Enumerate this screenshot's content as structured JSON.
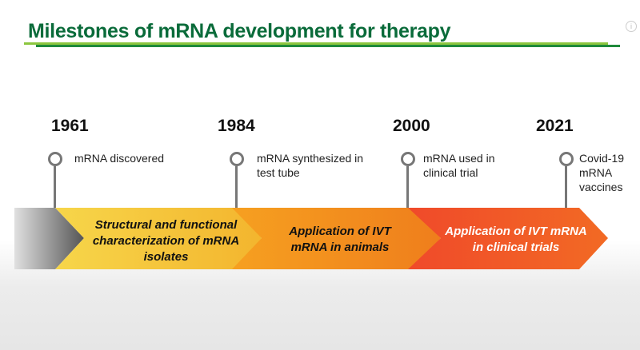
{
  "title": "Milestones of mRNA development for therapy",
  "info_icon": "i",
  "milestones": [
    {
      "year": "1961",
      "label": "mRNA discovered"
    },
    {
      "year": "1984",
      "label": "mRNA synthesized in test tube"
    },
    {
      "year": "2000",
      "label": "mRNA used in clinical trial"
    },
    {
      "year": "2021",
      "label": "Covid-19 mRNA vaccines"
    }
  ],
  "phases": [
    {
      "label": "Structural and functional characterization of mRNA isolates",
      "color": "#f5c842"
    },
    {
      "label": "Application of IVT mRNA in animals",
      "color": "#f39a1e"
    },
    {
      "label": "Application of IVT mRNA in clinical trials",
      "color": "#f0522a"
    }
  ]
}
